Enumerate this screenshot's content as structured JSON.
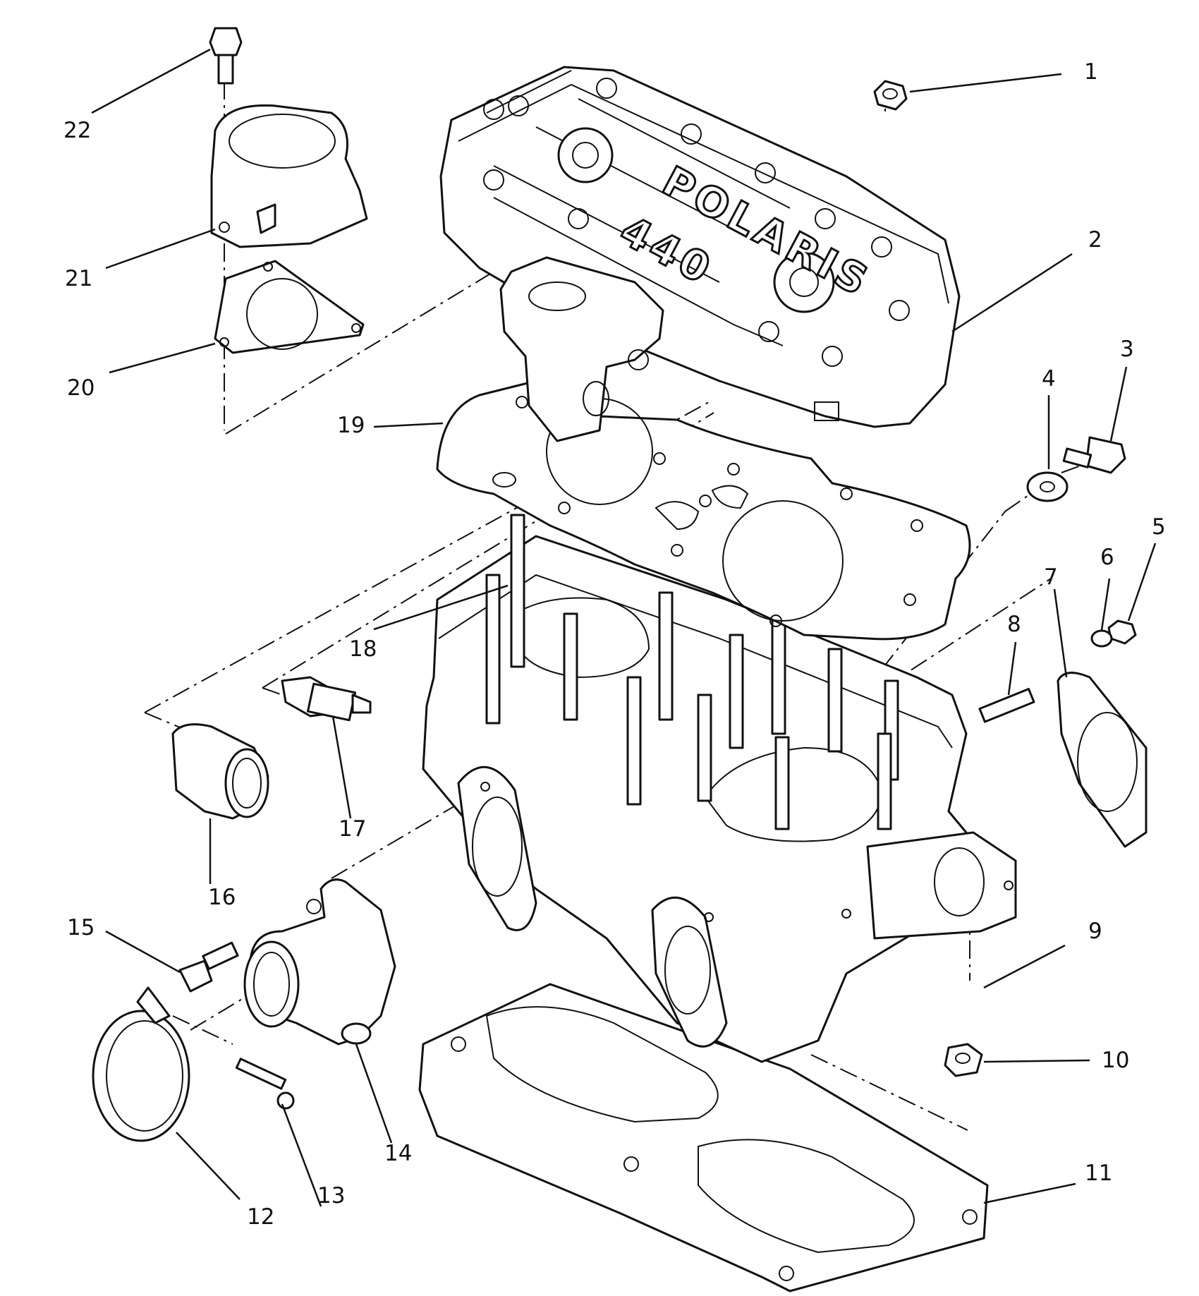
{
  "diagram": {
    "cover_brand_text": "POLARIS",
    "cover_model_text": "440",
    "callouts": [
      "1",
      "2",
      "3",
      "4",
      "5",
      "6",
      "7",
      "8",
      "9",
      "10",
      "11",
      "12",
      "13",
      "14",
      "15",
      "16",
      "17",
      "18",
      "19",
      "20",
      "21",
      "22"
    ]
  }
}
